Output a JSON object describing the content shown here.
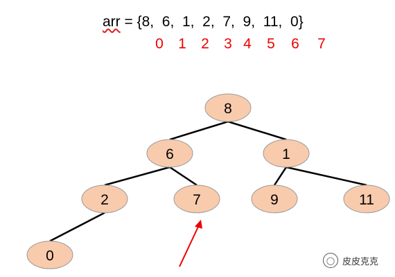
{
  "array": {
    "name": "arr",
    "rest": " = {8,  6,  1,  2,  7,  9,  11,  0}",
    "indices": [
      "0",
      "1",
      "2",
      "3",
      "4",
      "5",
      "6",
      "7"
    ]
  },
  "tree": {
    "nodes": [
      {
        "id": "n8",
        "label": "8"
      },
      {
        "id": "n6",
        "label": "6"
      },
      {
        "id": "n1",
        "label": "1"
      },
      {
        "id": "n2",
        "label": "2"
      },
      {
        "id": "n7",
        "label": "7"
      },
      {
        "id": "n9",
        "label": "9"
      },
      {
        "id": "n11",
        "label": "11"
      },
      {
        "id": "n0",
        "label": "0"
      }
    ],
    "edges": [
      [
        "n8",
        "n6"
      ],
      [
        "n8",
        "n1"
      ],
      [
        "n6",
        "n2"
      ],
      [
        "n6",
        "n7"
      ],
      [
        "n1",
        "n9"
      ],
      [
        "n1",
        "n11"
      ],
      [
        "n2",
        "n0"
      ]
    ],
    "node_fill": "#f8cbad",
    "node_stroke": "#9a9a9a",
    "edge_color": "#000000",
    "arrow_color": "#ee0000",
    "arrow_target": "n7"
  },
  "watermark": {
    "icon": "wechat-icon",
    "text": "皮皮克克"
  }
}
